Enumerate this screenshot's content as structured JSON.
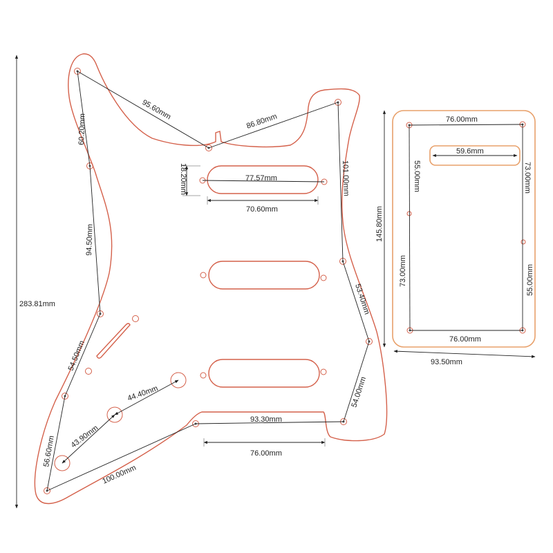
{
  "labels": {
    "overall_height": "283.81mm",
    "top_left_to_notch": "95.60mm",
    "notch_to_top_right": "86.80mm",
    "left_top_segment": "60.20mm",
    "left_mid_segment": "94.50mm",
    "left_lower_segment": "54.50mm",
    "left_bottom_segment": "56.60mm",
    "bottom_diagonal": "100.00mm",
    "pickup_height": "18.20mm",
    "pickup_length": "77.57mm",
    "pickup_spacing": "70.60mm",
    "right_top_segment": "101.00mm",
    "right_mid_segment": "53.40mm",
    "right_bottom_segment": "54.00mm",
    "control_spacing_a": "44.40mm",
    "control_spacing_b": "43.90mm",
    "jack_cutout_span": "93.30mm",
    "jack_cutout_width": "76.00mm",
    "back_top_width": "76.00mm",
    "back_slot_width": "59.6mm",
    "back_left_upper": "55.00mm",
    "back_right_upper": "73.00mm",
    "back_total_height": "145.80mm",
    "back_left_lower": "73.00mm",
    "back_right_lower": "55.00mm",
    "back_bottom_width": "76.00mm",
    "back_total_width": "93.50mm"
  },
  "colors": {
    "outline": "#d4604a",
    "back_plate_outline": "#e8a06a",
    "dimension_line": "#222222"
  }
}
